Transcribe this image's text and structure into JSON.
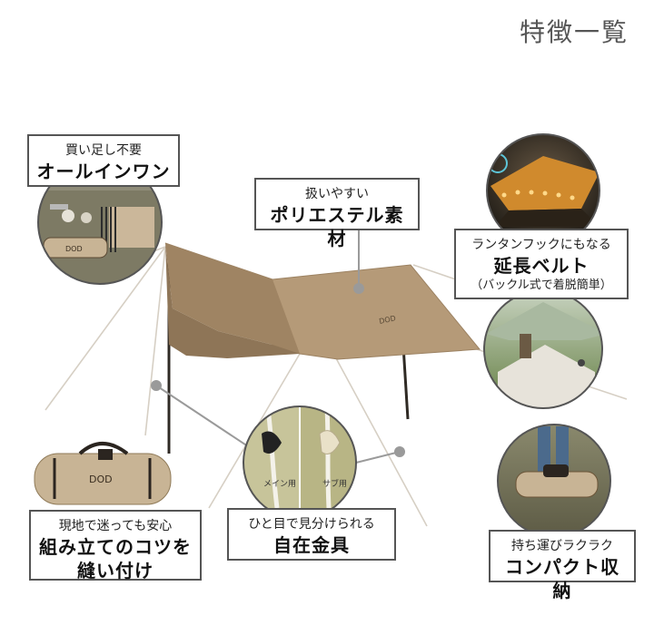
{
  "page": {
    "title": "特徴一覧"
  },
  "callouts": {
    "all_in_one": {
      "small": "買い足し不要",
      "big": "オールインワン"
    },
    "polyester": {
      "small": "扱いやすい",
      "big": "ポリエステル素材"
    },
    "belt": {
      "small": "ランタンフックにもなる",
      "big": "延長ベルト",
      "paren": "（バックル式で着脱簡単）"
    },
    "sewn_tips": {
      "small": "現地で迷っても安心",
      "big_line1": "組み立てのコツを",
      "big_line2": "縫い付け"
    },
    "fittings": {
      "small": "ひと目で見分けられる",
      "big": "自在金具"
    },
    "compact": {
      "small": "持ち運びラクラク",
      "big": "コンパクト収納"
    }
  },
  "photo_labels": {
    "main_use": "メイン用",
    "sub_use": "サブ用",
    "bag_logo": "DOD"
  },
  "colors": {
    "tarp": "#b59a78",
    "tarp_shadow": "#8e7557",
    "bag": "#c8b495",
    "frame": "#555555",
    "pointer": "#9a9a9a"
  }
}
